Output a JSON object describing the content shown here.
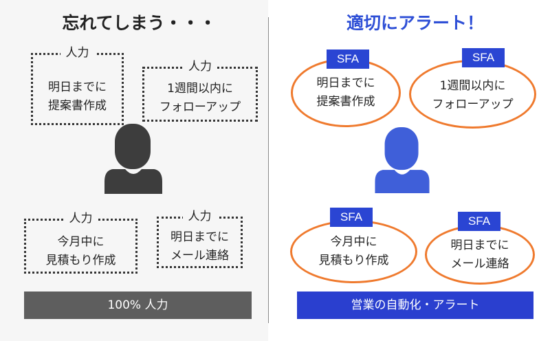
{
  "left": {
    "title": "忘れてしまう・・・",
    "manual_tag": "人力",
    "tasks": [
      {
        "line1": "明日までに",
        "line2": "提案書作成"
      },
      {
        "line1": "1週間以内に",
        "line2": "フォローアップ"
      },
      {
        "line1": "今月中に",
        "line2": "見積もり作成"
      },
      {
        "line1": "明日までに",
        "line2": "メール連絡"
      }
    ],
    "footer": "100% 人力"
  },
  "right": {
    "title": "適切にアラート！",
    "sfa_tag": "SFA",
    "tasks": [
      {
        "line1": "明日までに",
        "line2": "提案書作成"
      },
      {
        "line1": "1週間以内に",
        "line2": "フォローアップ"
      },
      {
        "line1": "今月中に",
        "line2": "見積もり作成"
      },
      {
        "line1": "明日までに",
        "line2": "メール連絡"
      }
    ],
    "footer": "営業の自動化・アラート"
  },
  "colors": {
    "manual_person": "#3d3d3d",
    "sfa_person": "#3f5fd9",
    "oval_border": "#ef7a2e",
    "sfa_badge": "#2a45d3"
  }
}
